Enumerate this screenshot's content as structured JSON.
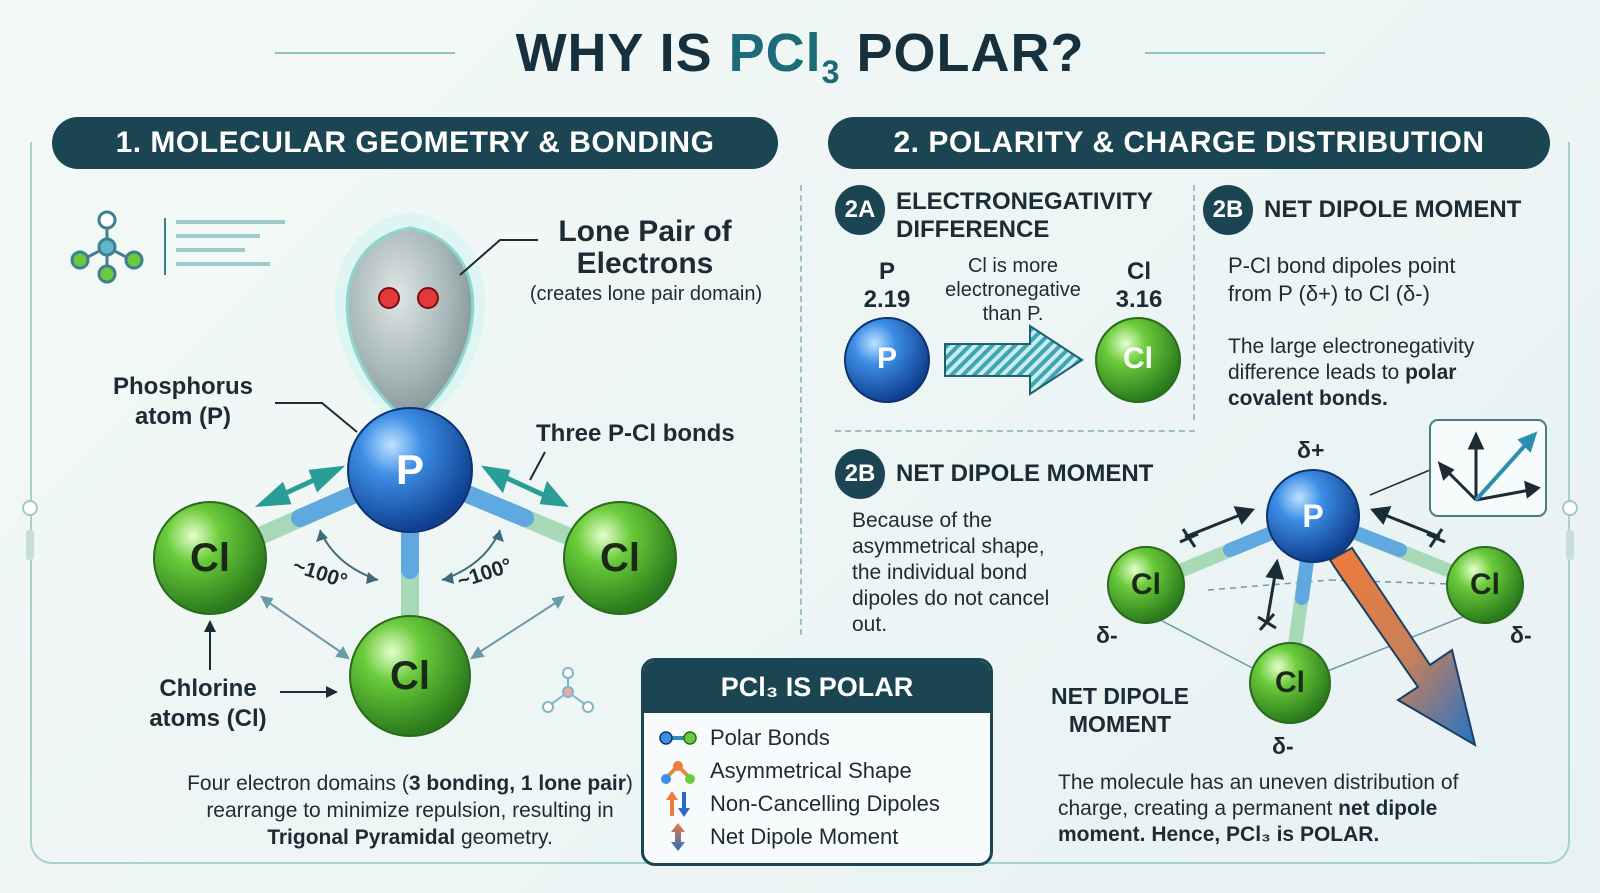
{
  "title": {
    "prefix": "WHY IS ",
    "formula": "PCl",
    "sub": "3",
    "suffix": " POLAR?"
  },
  "section1": {
    "banner": "1. MOLECULAR GEOMETRY & BONDING",
    "lone_pair_title_1": "Lone Pair of",
    "lone_pair_title_2": "Electrons",
    "lone_pair_note": "(creates lone pair domain)",
    "phosphorus_label_1": "Phosphorus",
    "phosphorus_label_2": "atom (P)",
    "bonds_label": "Three P-Cl bonds",
    "angle_left": "~100°",
    "angle_right": "~100°",
    "chlorine_label_1": "Chlorine",
    "chlorine_label_2": "atoms (Cl)",
    "atom_p": "P",
    "atom_cl": "Cl",
    "desc_1": "Four electron domains (",
    "desc_bold_1": "3 bonding, 1 lone pair",
    "desc_2": ")",
    "desc_3": "rearrange to minimize repulsion, resulting in",
    "desc_bold_2": "Trigonal Pyramidal",
    "desc_4": " geometry."
  },
  "section2": {
    "banner": "2. POLARITY & CHARGE DISTRIBUTION",
    "a_badge": "2A",
    "a_title_1": "ELECTRONEGATIVITY",
    "a_title_2": "DIFFERENCE",
    "p_symbol": "P",
    "p_value": "2.19",
    "cl_symbol": "Cl",
    "cl_value": "3.16",
    "arrow_note_1": "Cl is more",
    "arrow_note_2": "electronegative",
    "arrow_note_3": "than P.",
    "b_badge": "2B",
    "b_title": "NET DIPOLE MOMENT",
    "b_text_1": "P-Cl bond dipoles point",
    "b_text_2": "from P (δ+) to Cl (δ-)",
    "b_text_3": "The large electronegativity",
    "b_text_4a": "difference leads to ",
    "b_text_4b": "polar",
    "b_text_5": "covalent bonds.",
    "c_badge": "2B",
    "c_title": "NET DIPOLE MOMENT",
    "c_text": [
      "Because of the",
      "asymmetrical shape,",
      "the individual bond",
      "dipoles do not cancel",
      "out."
    ],
    "delta_plus": "δ+",
    "delta_minus": "δ-",
    "net_label_1": "NET DIPOLE",
    "net_label_2": "MOMENT",
    "conclusion_1": "The molecule has an uneven distribution of",
    "conclusion_2a": "charge, creating a permanent ",
    "conclusion_2b": "net dipole",
    "conclusion_3": "moment. Hence, PCl₃ is POLAR."
  },
  "legend": {
    "title": "PCl₃ IS POLAR",
    "items": [
      "Polar Bonds",
      "Asymmetrical Shape",
      "Non-Cancelling Dipoles",
      "Net Dipole Moment"
    ]
  }
}
